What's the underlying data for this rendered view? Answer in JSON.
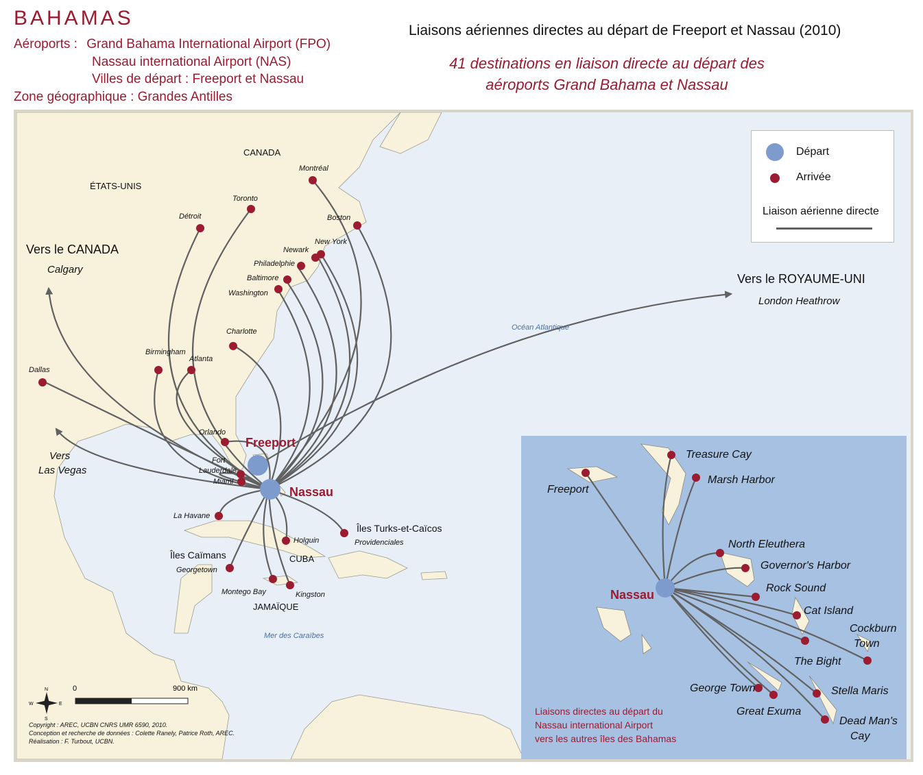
{
  "header": {
    "country": "BAHAMAS",
    "airports_label": "Aéroports :",
    "airport_1": "Grand Bahama International Airport (FPO)",
    "airport_2": "Nassau international Airport (NAS)",
    "departure_cities": "Villes de départ : Freeport et Nassau",
    "zone": "Zone géographique : Grandes Antilles"
  },
  "title": "Liaisons aériennes directes au départ de Freeport et Nassau (2010)",
  "subtitle_line1": "41 destinations en liaison directe au départ des",
  "subtitle_line2": "aéroports Grand Bahama et Nassau",
  "legend": {
    "departure": "Départ",
    "arrival": "Arrivée",
    "route": "Liaison aérienne directe"
  },
  "colors": {
    "land": "#f8f2dc",
    "sea": "#e8eff7",
    "inset_sea": "#a6c1e2",
    "departure": "#7d9ccd",
    "arrival": "#9b1b30",
    "route": "#616161",
    "accent": "#9b1b30"
  },
  "map_labels": {
    "canada": "CANADA",
    "usa": "ÉTATS-UNIS",
    "cuba": "CUBA",
    "jamaica": "JAMAÏQUE",
    "ocean": "Océan Atlantique",
    "caribbean": "Mer des Caraïbes",
    "to_canada": "Vers le CANADA",
    "calgary": "Calgary",
    "to_uk": "Vers le ROYAUME-UNI",
    "heathrow": "London Heathrow",
    "vers": "Vers",
    "las_vegas": "Las Vegas",
    "freeport": "Freeport",
    "nassau": "Nassau",
    "turks": "Îles Turks-et-Caïcos",
    "caymans": "Îles Caïmans"
  },
  "destinations": [
    "Montréal",
    "Toronto",
    "Détroit",
    "Boston",
    "New York",
    "Newark",
    "Philadelphie",
    "Baltimore",
    "Washington",
    "Charlotte",
    "Birmingham",
    "Atlanta",
    "Dallas",
    "Orlando",
    "Fort",
    "Lauderdale",
    "Miami",
    "La Havane",
    "Holguin",
    "Providenciales",
    "Georgetown",
    "Montego Bay",
    "Kingston"
  ],
  "scale": {
    "zero": "0",
    "max": "900 km"
  },
  "compass": {
    "n": "N",
    "s": "S",
    "e": "E",
    "w": "W"
  },
  "credits": [
    "Copyright : AREC, UCBN CNRS UMR 6590, 2010.",
    "Conception et recherche de données : Colette Ranely, Patrice Roth, AREC.",
    "Réalisation : F. Turbout, UCBN."
  ],
  "inset": {
    "caption_line1": "Liaisons directes au départ du",
    "caption_line2": "Nassau international Airport",
    "caption_line3": "vers les autres îles des Bahamas",
    "hub": "Nassau",
    "islands": [
      "Freeport",
      "Treasure Cay",
      "Marsh Harbor",
      "North Eleuthera",
      "Governor's Harbor",
      "Rock Sound",
      "Cat Island",
      "Cockburn",
      "Town",
      "The Bight",
      "George Town",
      "Great Exuma",
      "Stella Maris",
      "Dead Man's",
      "Cay"
    ]
  }
}
